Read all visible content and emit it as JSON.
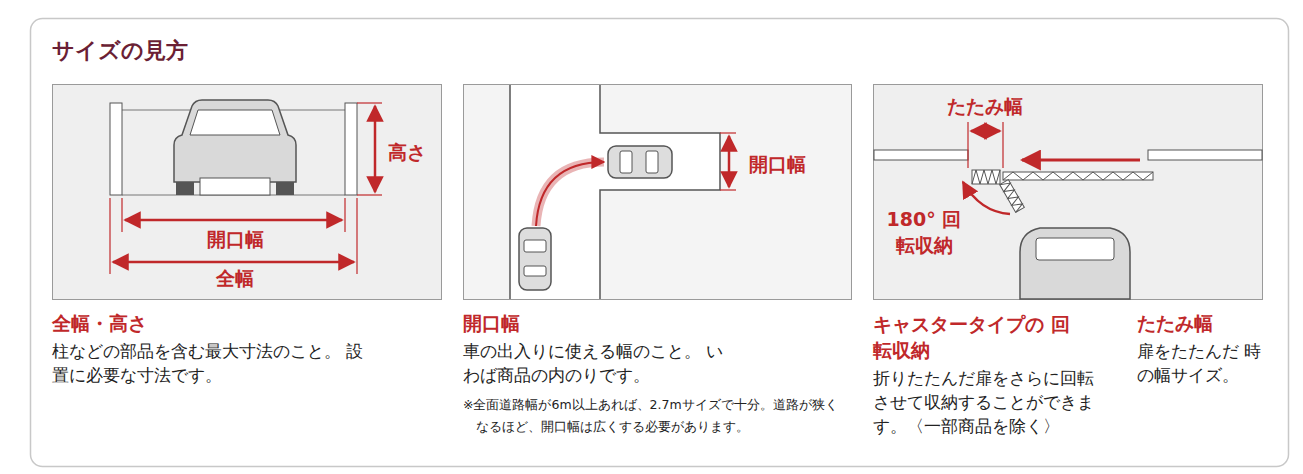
{
  "diagram": {
    "title": "サイズの見方",
    "nodes": [
      {
        "text": [
          "高さ",
          "開口幅",
          "全幅"
        ]
      },
      {
        "text": [
          "開口幅"
        ]
      },
      {
        "text": [
          "たたみ幅",
          "180° 回転収納"
        ]
      }
    ],
    "labels": [
      "全幅・高さ",
      "柱などの部品を含む最大寸法のこと。 設置に必要な寸法です。",
      "開口幅",
      "車の出入りに使える幅のこと。 いわば商品の内のりです。",
      "※全面道路幅が6m以上あれば、2.7mサイズで十分。道路が狭くなるほど、開口幅は広くする必要があります。",
      "キャスタータイプの 回転収納",
      "折りたたんだ扉をさらに回転させて収納することができます。〈一部商品を除く〉",
      "たたみ幅",
      "扉をたたんだ 時の幅サイズ。"
    ]
  }
}
